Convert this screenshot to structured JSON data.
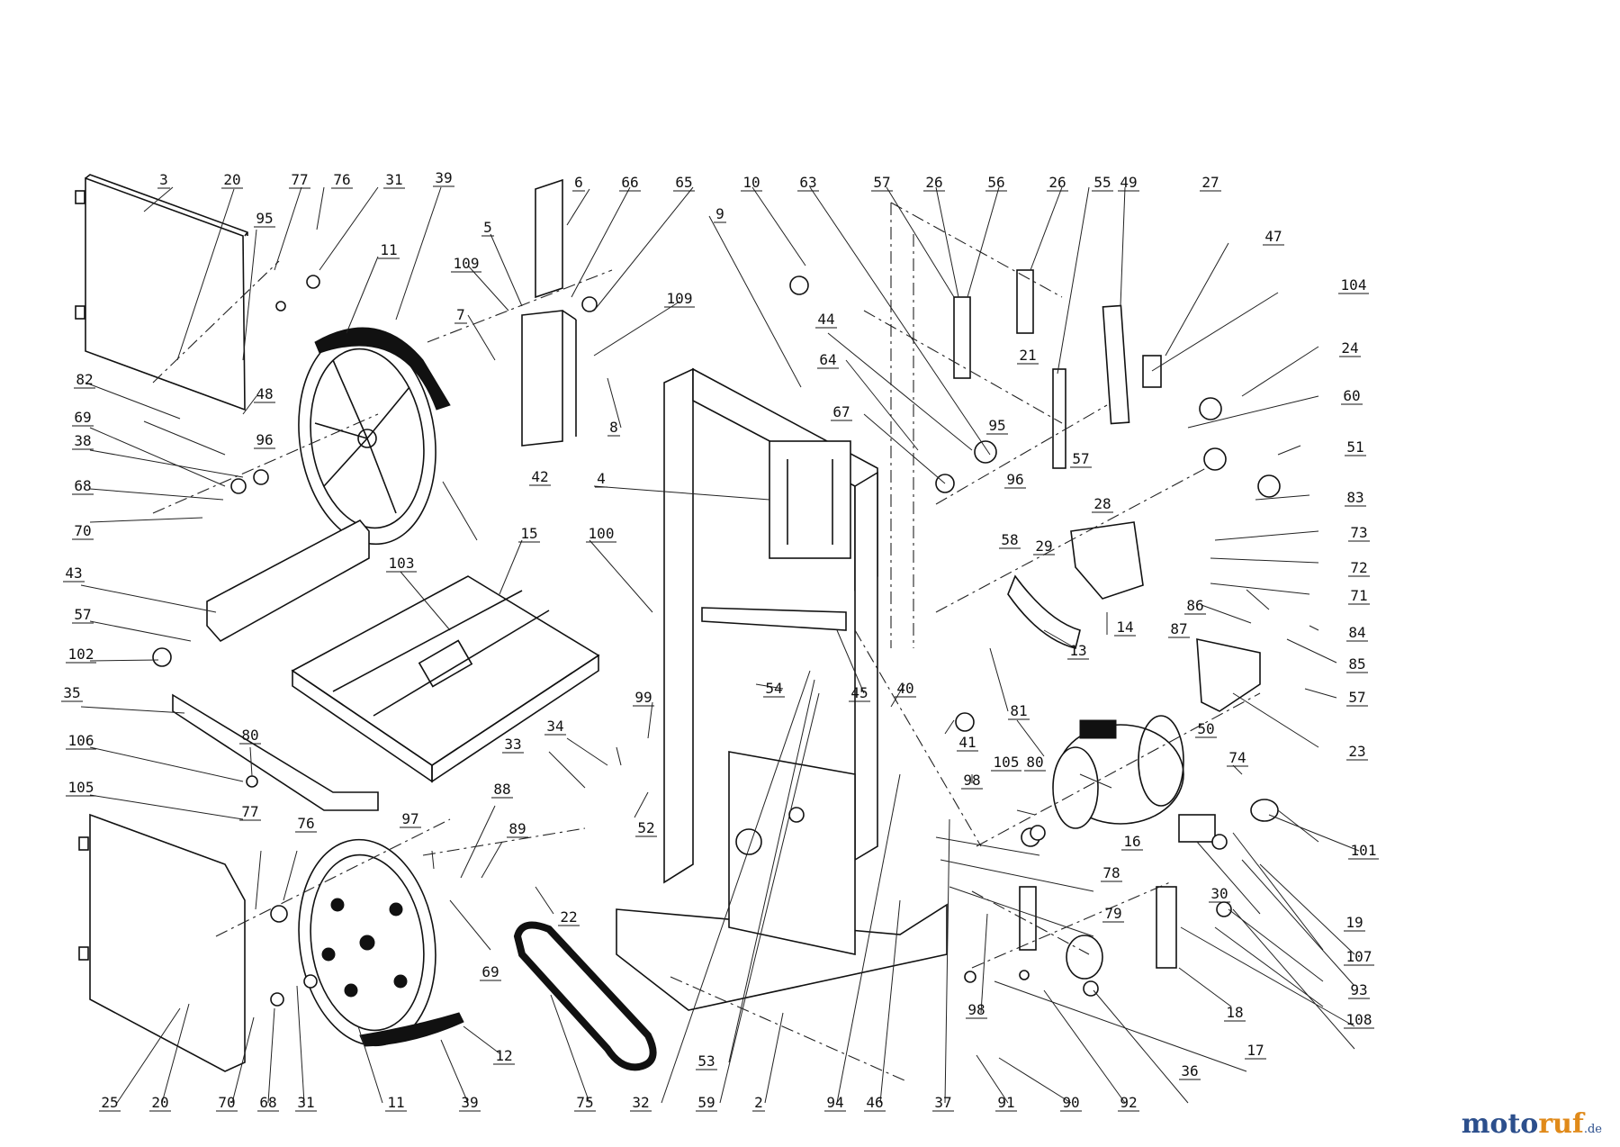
{
  "brand": {
    "part1": "moto",
    "part2": "ruf",
    "part3": ".de"
  },
  "labels": [
    {
      "id": "3",
      "t": "3"
    },
    {
      "id": "20a",
      "t": "20"
    },
    {
      "id": "77a",
      "t": "77"
    },
    {
      "id": "76a",
      "t": "76"
    },
    {
      "id": "31a",
      "t": "31"
    },
    {
      "id": "39a",
      "t": "39"
    },
    {
      "id": "95a",
      "t": "95"
    },
    {
      "id": "11a",
      "t": "11"
    },
    {
      "id": "48",
      "t": "48"
    },
    {
      "id": "82",
      "t": "82"
    },
    {
      "id": "96a",
      "t": "96"
    },
    {
      "id": "69a",
      "t": "69"
    },
    {
      "id": "38",
      "t": "38"
    },
    {
      "id": "68a",
      "t": "68"
    },
    {
      "id": "70a",
      "t": "70"
    },
    {
      "id": "43",
      "t": "43"
    },
    {
      "id": "57a",
      "t": "57"
    },
    {
      "id": "102",
      "t": "102"
    },
    {
      "id": "35",
      "t": "35"
    },
    {
      "id": "106",
      "t": "106"
    },
    {
      "id": "80a",
      "t": "80"
    },
    {
      "id": "105a",
      "t": "105"
    },
    {
      "id": "77b",
      "t": "77"
    },
    {
      "id": "76b",
      "t": "76"
    },
    {
      "id": "25",
      "t": "25"
    },
    {
      "id": "20b",
      "t": "20"
    },
    {
      "id": "70b",
      "t": "70"
    },
    {
      "id": "68b",
      "t": "68"
    },
    {
      "id": "31b",
      "t": "31"
    },
    {
      "id": "11b",
      "t": "11"
    },
    {
      "id": "39b",
      "t": "39"
    },
    {
      "id": "12",
      "t": "12"
    },
    {
      "id": "69b",
      "t": "69"
    },
    {
      "id": "97",
      "t": "97"
    },
    {
      "id": "88",
      "t": "88"
    },
    {
      "id": "89",
      "t": "89"
    },
    {
      "id": "22",
      "t": "22"
    },
    {
      "id": "75",
      "t": "75"
    },
    {
      "id": "32",
      "t": "32"
    },
    {
      "id": "53",
      "t": "53"
    },
    {
      "id": "59",
      "t": "59"
    },
    {
      "id": "2",
      "t": "2"
    },
    {
      "id": "94",
      "t": "94"
    },
    {
      "id": "46",
      "t": "46"
    },
    {
      "id": "37",
      "t": "37"
    },
    {
      "id": "91",
      "t": "91"
    },
    {
      "id": "90",
      "t": "90"
    },
    {
      "id": "92",
      "t": "92"
    },
    {
      "id": "36",
      "t": "36"
    },
    {
      "id": "17",
      "t": "17"
    },
    {
      "id": "98a",
      "t": "98"
    },
    {
      "id": "6",
      "t": "6"
    },
    {
      "id": "66",
      "t": "66"
    },
    {
      "id": "65",
      "t": "65"
    },
    {
      "id": "5",
      "t": "5"
    },
    {
      "id": "109a",
      "t": "109"
    },
    {
      "id": "7",
      "t": "7"
    },
    {
      "id": "109b",
      "t": "109"
    },
    {
      "id": "8",
      "t": "8"
    },
    {
      "id": "42",
      "t": "42"
    },
    {
      "id": "103",
      "t": "103"
    },
    {
      "id": "15",
      "t": "15"
    },
    {
      "id": "100",
      "t": "100"
    },
    {
      "id": "4",
      "t": "4"
    },
    {
      "id": "9",
      "t": "9"
    },
    {
      "id": "10",
      "t": "10"
    },
    {
      "id": "63",
      "t": "63"
    },
    {
      "id": "44",
      "t": "44"
    },
    {
      "id": "64",
      "t": "64"
    },
    {
      "id": "67",
      "t": "67"
    },
    {
      "id": "57b",
      "t": "57"
    },
    {
      "id": "26a",
      "t": "26"
    },
    {
      "id": "56",
      "t": "56"
    },
    {
      "id": "26b",
      "t": "26"
    },
    {
      "id": "55",
      "t": "55"
    },
    {
      "id": "49",
      "t": "49"
    },
    {
      "id": "27",
      "t": "27"
    },
    {
      "id": "47",
      "t": "47"
    },
    {
      "id": "21",
      "t": "21"
    },
    {
      "id": "95b",
      "t": "95"
    },
    {
      "id": "96b",
      "t": "96"
    },
    {
      "id": "57c",
      "t": "57"
    },
    {
      "id": "58",
      "t": "58"
    },
    {
      "id": "29",
      "t": "29"
    },
    {
      "id": "28",
      "t": "28"
    },
    {
      "id": "104",
      "t": "104"
    },
    {
      "id": "24",
      "t": "24"
    },
    {
      "id": "60",
      "t": "60"
    },
    {
      "id": "51",
      "t": "51"
    },
    {
      "id": "83",
      "t": "83"
    },
    {
      "id": "73",
      "t": "73"
    },
    {
      "id": "72",
      "t": "72"
    },
    {
      "id": "71",
      "t": "71"
    },
    {
      "id": "86",
      "t": "86"
    },
    {
      "id": "87",
      "t": "87"
    },
    {
      "id": "84",
      "t": "84"
    },
    {
      "id": "85",
      "t": "85"
    },
    {
      "id": "57d",
      "t": "57"
    },
    {
      "id": "14",
      "t": "14"
    },
    {
      "id": "13",
      "t": "13"
    },
    {
      "id": "23",
      "t": "23"
    },
    {
      "id": "81",
      "t": "81"
    },
    {
      "id": "41",
      "t": "41"
    },
    {
      "id": "45",
      "t": "45"
    },
    {
      "id": "40",
      "t": "40"
    },
    {
      "id": "54",
      "t": "54"
    },
    {
      "id": "98b",
      "t": "98"
    },
    {
      "id": "105b",
      "t": "105"
    },
    {
      "id": "80b",
      "t": "80"
    },
    {
      "id": "50",
      "t": "50"
    },
    {
      "id": "16",
      "t": "16"
    },
    {
      "id": "78",
      "t": "78"
    },
    {
      "id": "79",
      "t": "79"
    },
    {
      "id": "74",
      "t": "74"
    },
    {
      "id": "101",
      "t": "101"
    },
    {
      "id": "30",
      "t": "30"
    },
    {
      "id": "19",
      "t": "19"
    },
    {
      "id": "107",
      "t": "107"
    },
    {
      "id": "93",
      "t": "93"
    },
    {
      "id": "108",
      "t": "108"
    },
    {
      "id": "18",
      "t": "18"
    },
    {
      "id": "99",
      "t": "99"
    },
    {
      "id": "34",
      "t": "34"
    },
    {
      "id": "33",
      "t": "33"
    },
    {
      "id": "52",
      "t": "52"
    }
  ]
}
